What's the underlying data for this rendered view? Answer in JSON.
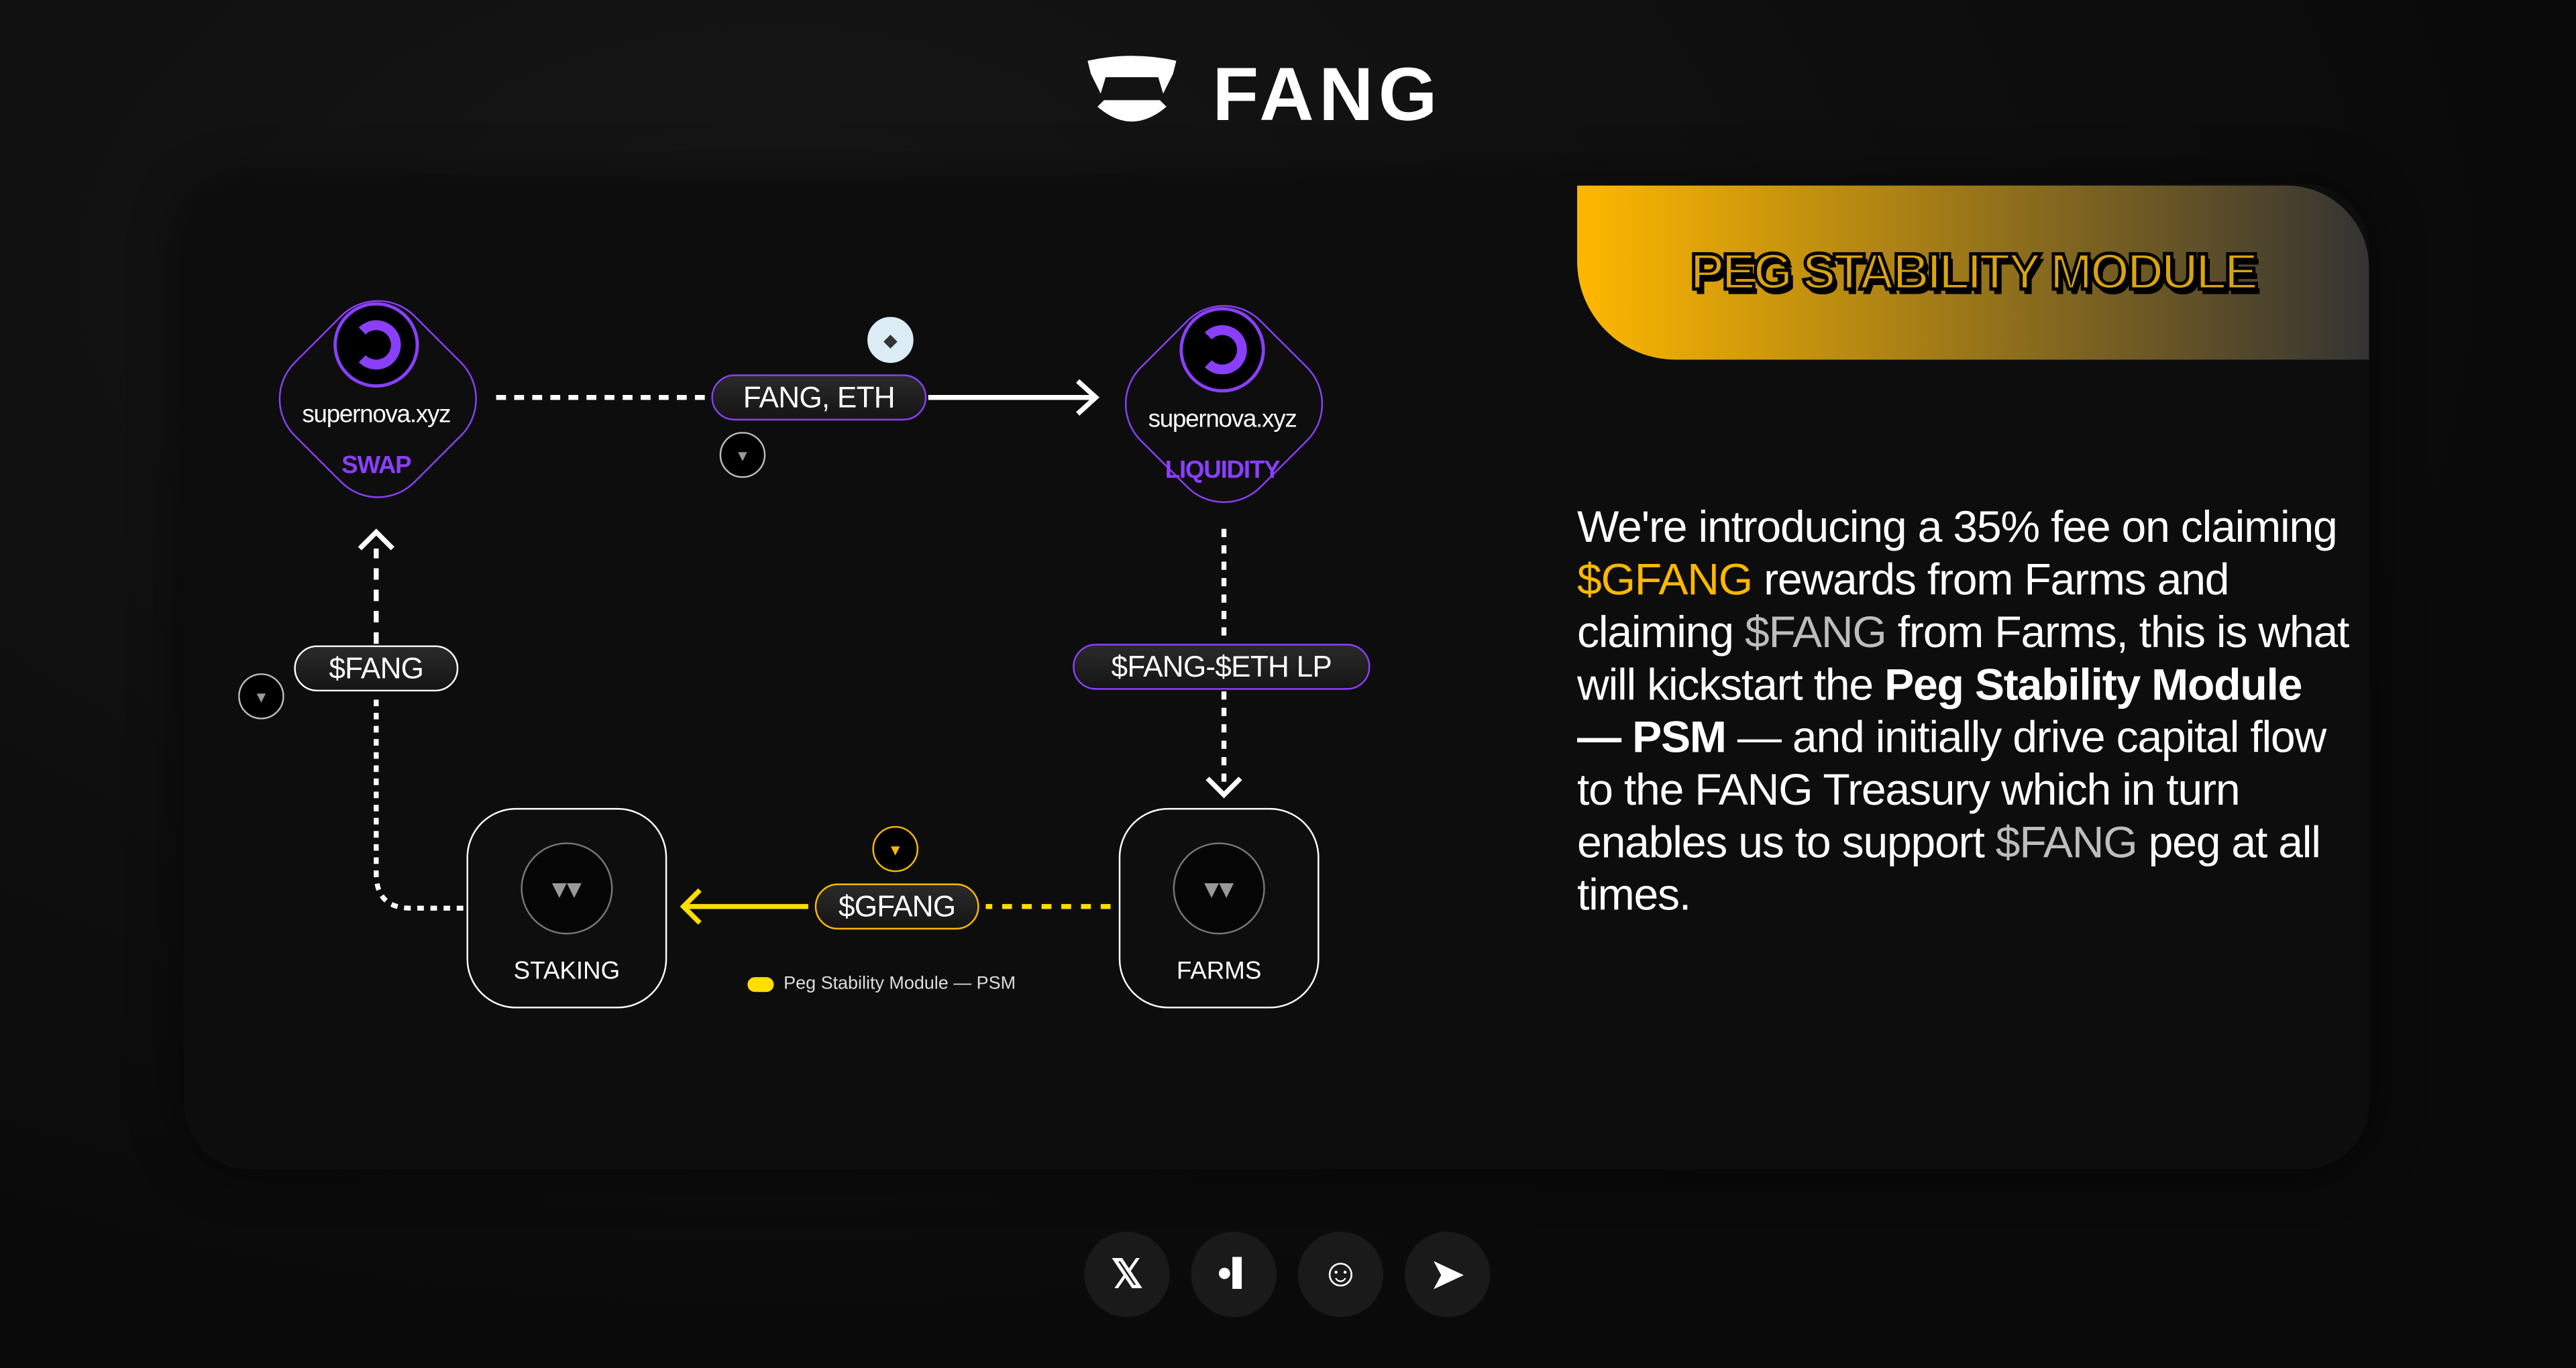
{
  "brand": {
    "name": "FANG",
    "logo_icon": "fangs-icon"
  },
  "banner": {
    "title": "PEG STABILITY MODULE"
  },
  "description": {
    "p1": "We're introducing a 35% fee on claiming ",
    "gfang": "$GFANG",
    "p2": " rewards from Farms and claiming ",
    "fang": "$FANG",
    "p3": " from Farms, this is what will kickstart the ",
    "psm_bold": "Peg Stability Module — PSM",
    "p4": " — and initially drive capital  flow to the FANG Treasury which in turn enables us to support ",
    "fang2": "$FANG",
    "p5": "  peg at all times."
  },
  "diagram": {
    "swap": {
      "name": "supernova.xyz",
      "label": "SWAP"
    },
    "liquidity": {
      "name": "supernova.xyz",
      "label": "LIQUIDITY"
    },
    "staking": {
      "label": "STAKING"
    },
    "farms": {
      "label": "FARMS"
    },
    "pills": {
      "fang_eth": "FANG, ETH",
      "fang": "$FANG",
      "lp": "$FANG-$ETH LP",
      "gfang": "$GFANG"
    },
    "legend": "Peg Stability Module — PSM",
    "colors": {
      "purple": "#8a3ffc",
      "yellow": "#ffde00",
      "gold": "#ffb800"
    }
  },
  "social": [
    {
      "name": "x",
      "glyph": "𝕏"
    },
    {
      "name": "medium",
      "glyph": "●▌"
    },
    {
      "name": "discord",
      "glyph": "☺"
    },
    {
      "name": "telegram",
      "glyph": "➤"
    }
  ]
}
